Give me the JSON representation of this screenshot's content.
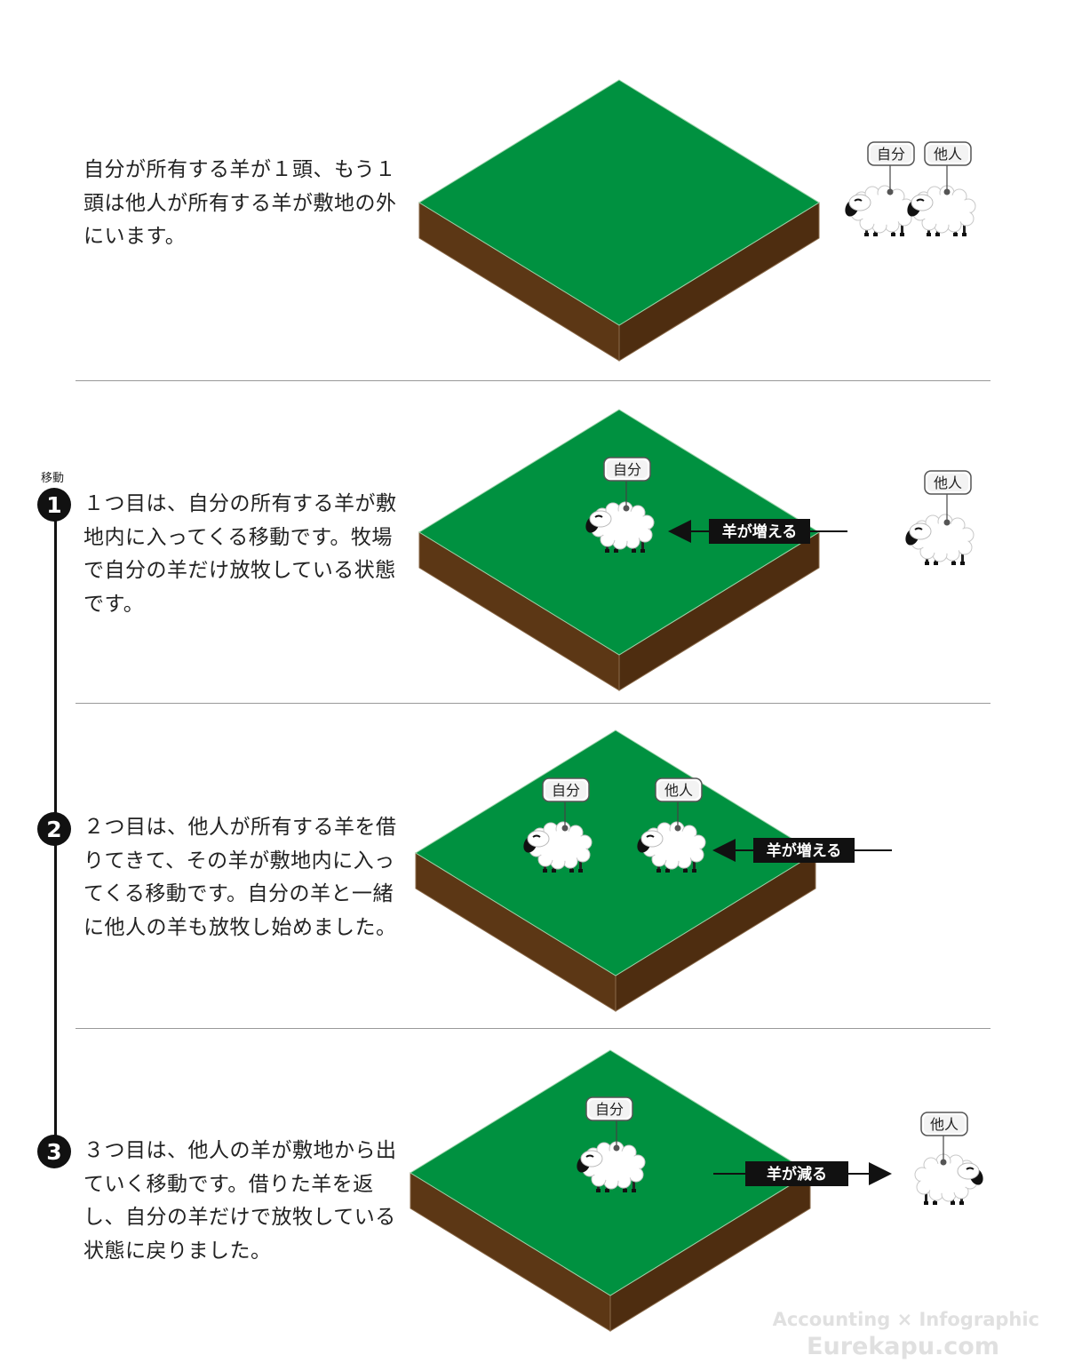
{
  "panels": [
    {
      "text": "自分が所有する羊が１頭、もう１頭は他人が所有する羊が敷地の外にいます。"
    },
    {
      "number": "1",
      "text": "１つ目は、自分の所有する羊が敷地内に入ってくる移動です。牧場で自分の羊だけ放牧している状態です。"
    },
    {
      "number": "2",
      "text": "２つ目は、他人が所有する羊を借りてきて、その羊が敷地内に入ってくる移動です。自分の羊と一緒に他人の羊も放牧し始めました。"
    },
    {
      "number": "3",
      "text": "３つ目は、他人の羊が敷地から出ていく移動です。借りた羊を返し、自分の羊だけで放牧している状態に戻りました。"
    }
  ],
  "timeline_label": "移動",
  "labels": {
    "own": "自分",
    "other": "他人"
  },
  "arrows": {
    "increase": "羊が増える",
    "decrease": "羊が減る"
  },
  "watermark": {
    "line1": "Accounting × Infographic",
    "line2": "Eurekapu.com"
  },
  "colors": {
    "grass": "#009140",
    "soil": "#5c3715",
    "ink": "#111111"
  }
}
